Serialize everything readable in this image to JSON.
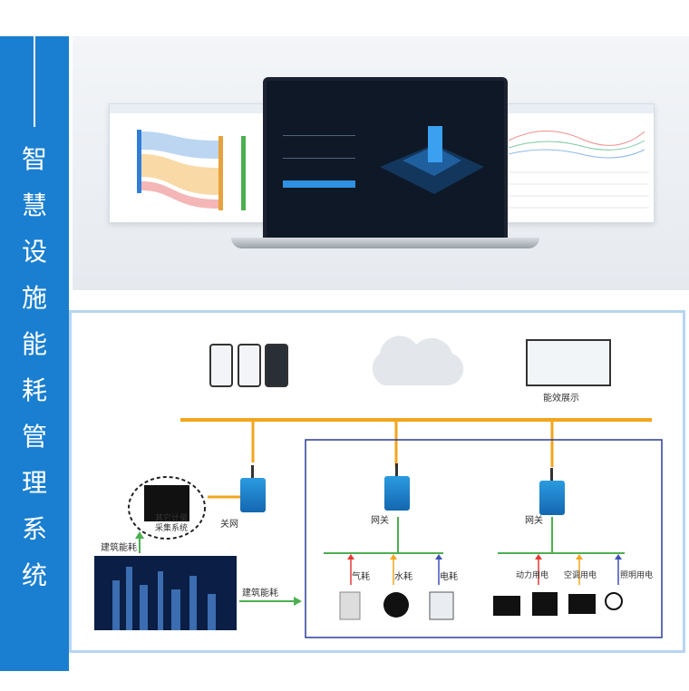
{
  "sidebar": {
    "title": "智慧设施能耗管理系统"
  },
  "colors": {
    "sidebar_blue": "#1a7fd0",
    "bus_orange": "#f2a51e",
    "link_green": "#4caf50",
    "frame_blue": "#2b3d9a"
  },
  "diagram": {
    "screen_label": "能效展示",
    "gateway_label_left": "关网",
    "gateway_label_mid": "网关",
    "gateway_label_right": "网关",
    "building_note": "其它计量 采集系统",
    "building_label_top": "建筑能耗",
    "building_label_right": "建筑能耗",
    "meters_mid": [
      "气耗",
      "水耗",
      "电耗"
    ],
    "meters_right": [
      "动力用电",
      "空调用电",
      "照明用电"
    ]
  }
}
